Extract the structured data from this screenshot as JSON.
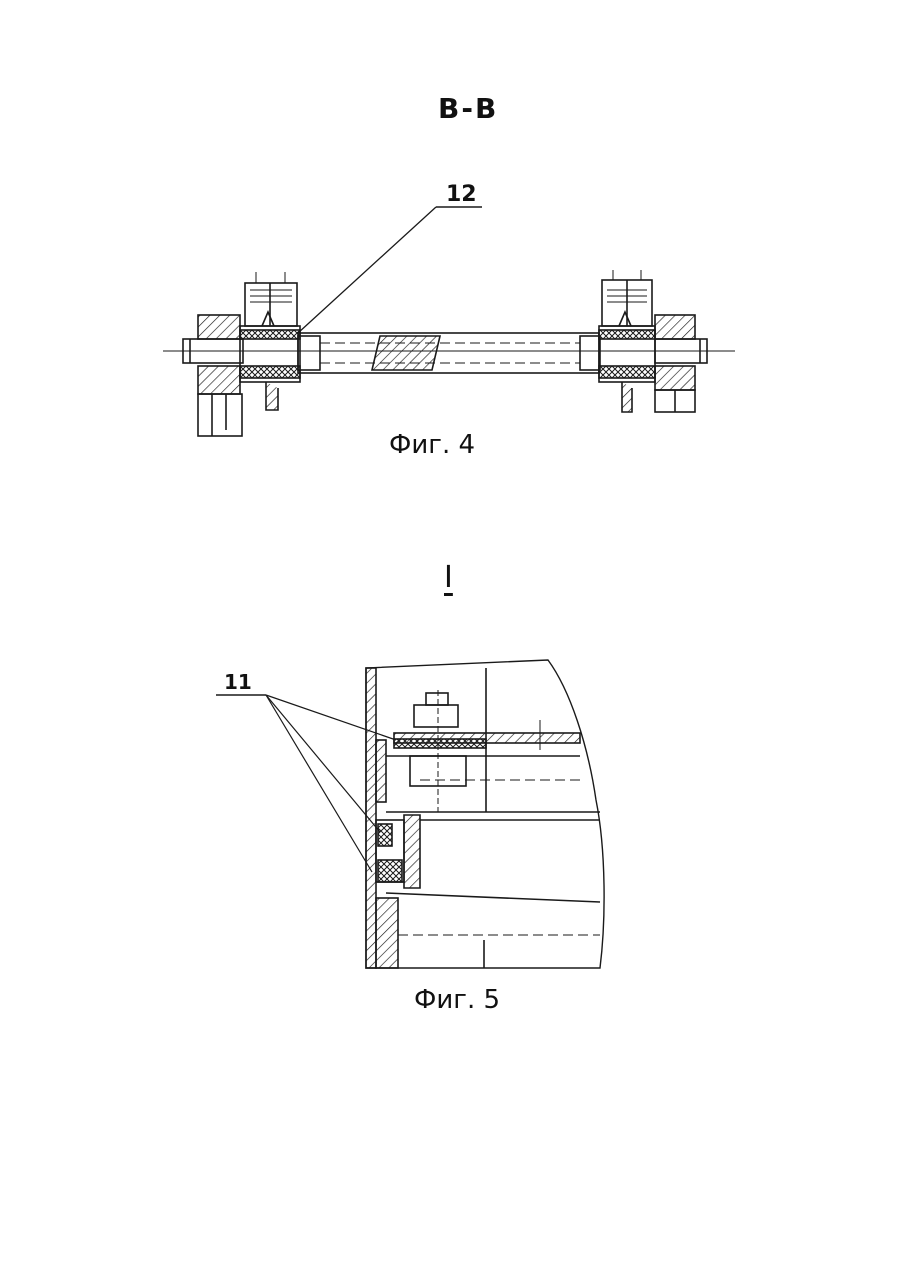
{
  "section_title": "В-В",
  "figure4": {
    "caption": "Фиг. 4",
    "callout": "12"
  },
  "view_title": "I",
  "figure5": {
    "caption": "Фиг. 5",
    "callout": "11"
  },
  "colors": {
    "ink": "#1a1a1a",
    "paper": "#ffffff"
  }
}
